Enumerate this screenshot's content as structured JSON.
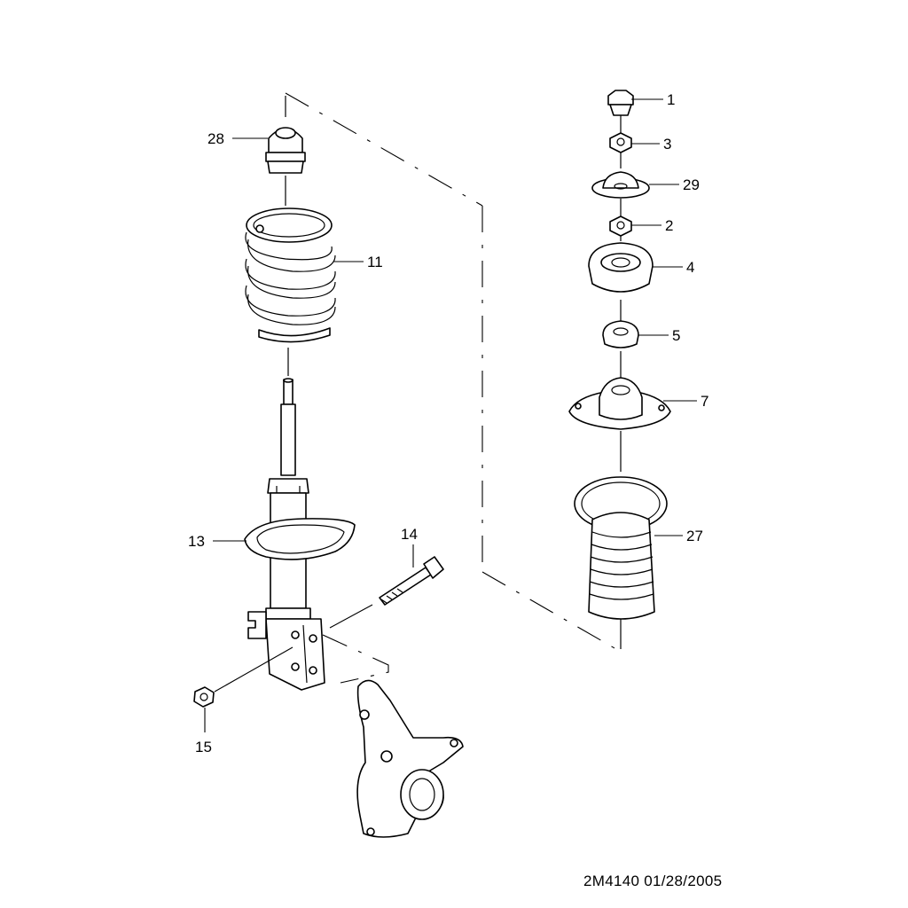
{
  "callouts": {
    "c1": "1",
    "c2": "2",
    "c3": "3",
    "c4": "4",
    "c5": "5",
    "c7": "7",
    "c11": "11",
    "c13": "13",
    "c14": "14",
    "c15": "15",
    "c27": "27",
    "c28": "28",
    "c29": "29"
  },
  "footer": {
    "code": "2M4140  01/28/2005"
  }
}
